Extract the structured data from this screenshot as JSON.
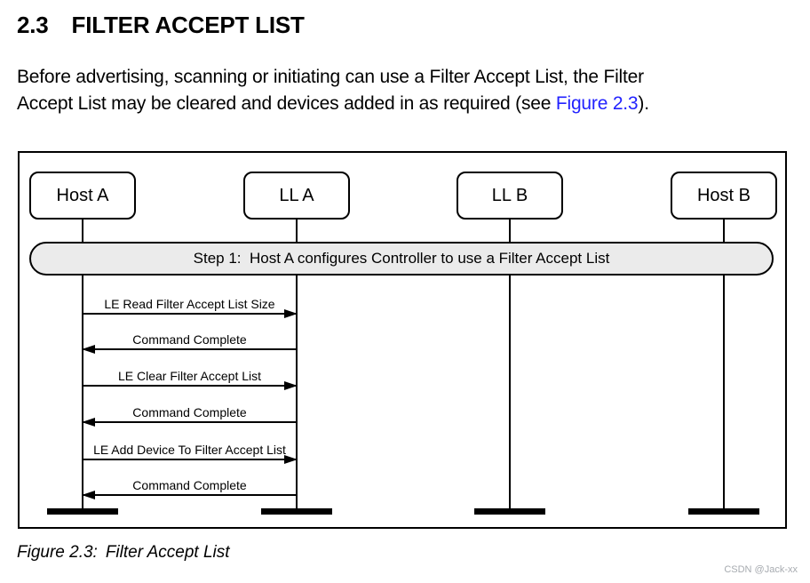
{
  "page": {
    "section_number": "2.3",
    "section_title": "FILTER ACCEPT LIST",
    "intro": {
      "line1": "Before advertising, scanning or initiating can use a Filter Accept List, the Filter",
      "line2_pre": "Accept List may be cleared and devices added in as required (see ",
      "link_text": "Figure 2.3",
      "line2_post": ")."
    },
    "caption": {
      "label": "Figure 2.3:",
      "text": "Filter Accept List"
    },
    "watermark": "CSDN @Jack-xx"
  },
  "diagram": {
    "actors": [
      {
        "label": "Host A"
      },
      {
        "label": "LL A"
      },
      {
        "label": "LL B"
      },
      {
        "label": "Host B"
      }
    ],
    "step_banner": "Step 1:  Host A configures Controller to use a Filter Accept List",
    "messages": [
      {
        "label": "LE Read Filter Accept List Size",
        "from": "Host A",
        "to": "LL A",
        "direction": "right"
      },
      {
        "label": "Command Complete",
        "from": "LL A",
        "to": "Host A",
        "direction": "left"
      },
      {
        "label": "LE Clear Filter Accept List",
        "from": "Host A",
        "to": "LL A",
        "direction": "right"
      },
      {
        "label": "Command Complete",
        "from": "LL A",
        "to": "Host A",
        "direction": "left"
      },
      {
        "label": "LE Add Device To Filter Accept List",
        "from": "Host A",
        "to": "LL A",
        "direction": "right"
      },
      {
        "label": "Command Complete",
        "from": "LL A",
        "to": "Host A",
        "direction": "left"
      }
    ]
  },
  "colors": {
    "link_blue": "#2222ff",
    "banner_fill": "#ebebeb",
    "watermark_gray": "#a7abb0"
  }
}
